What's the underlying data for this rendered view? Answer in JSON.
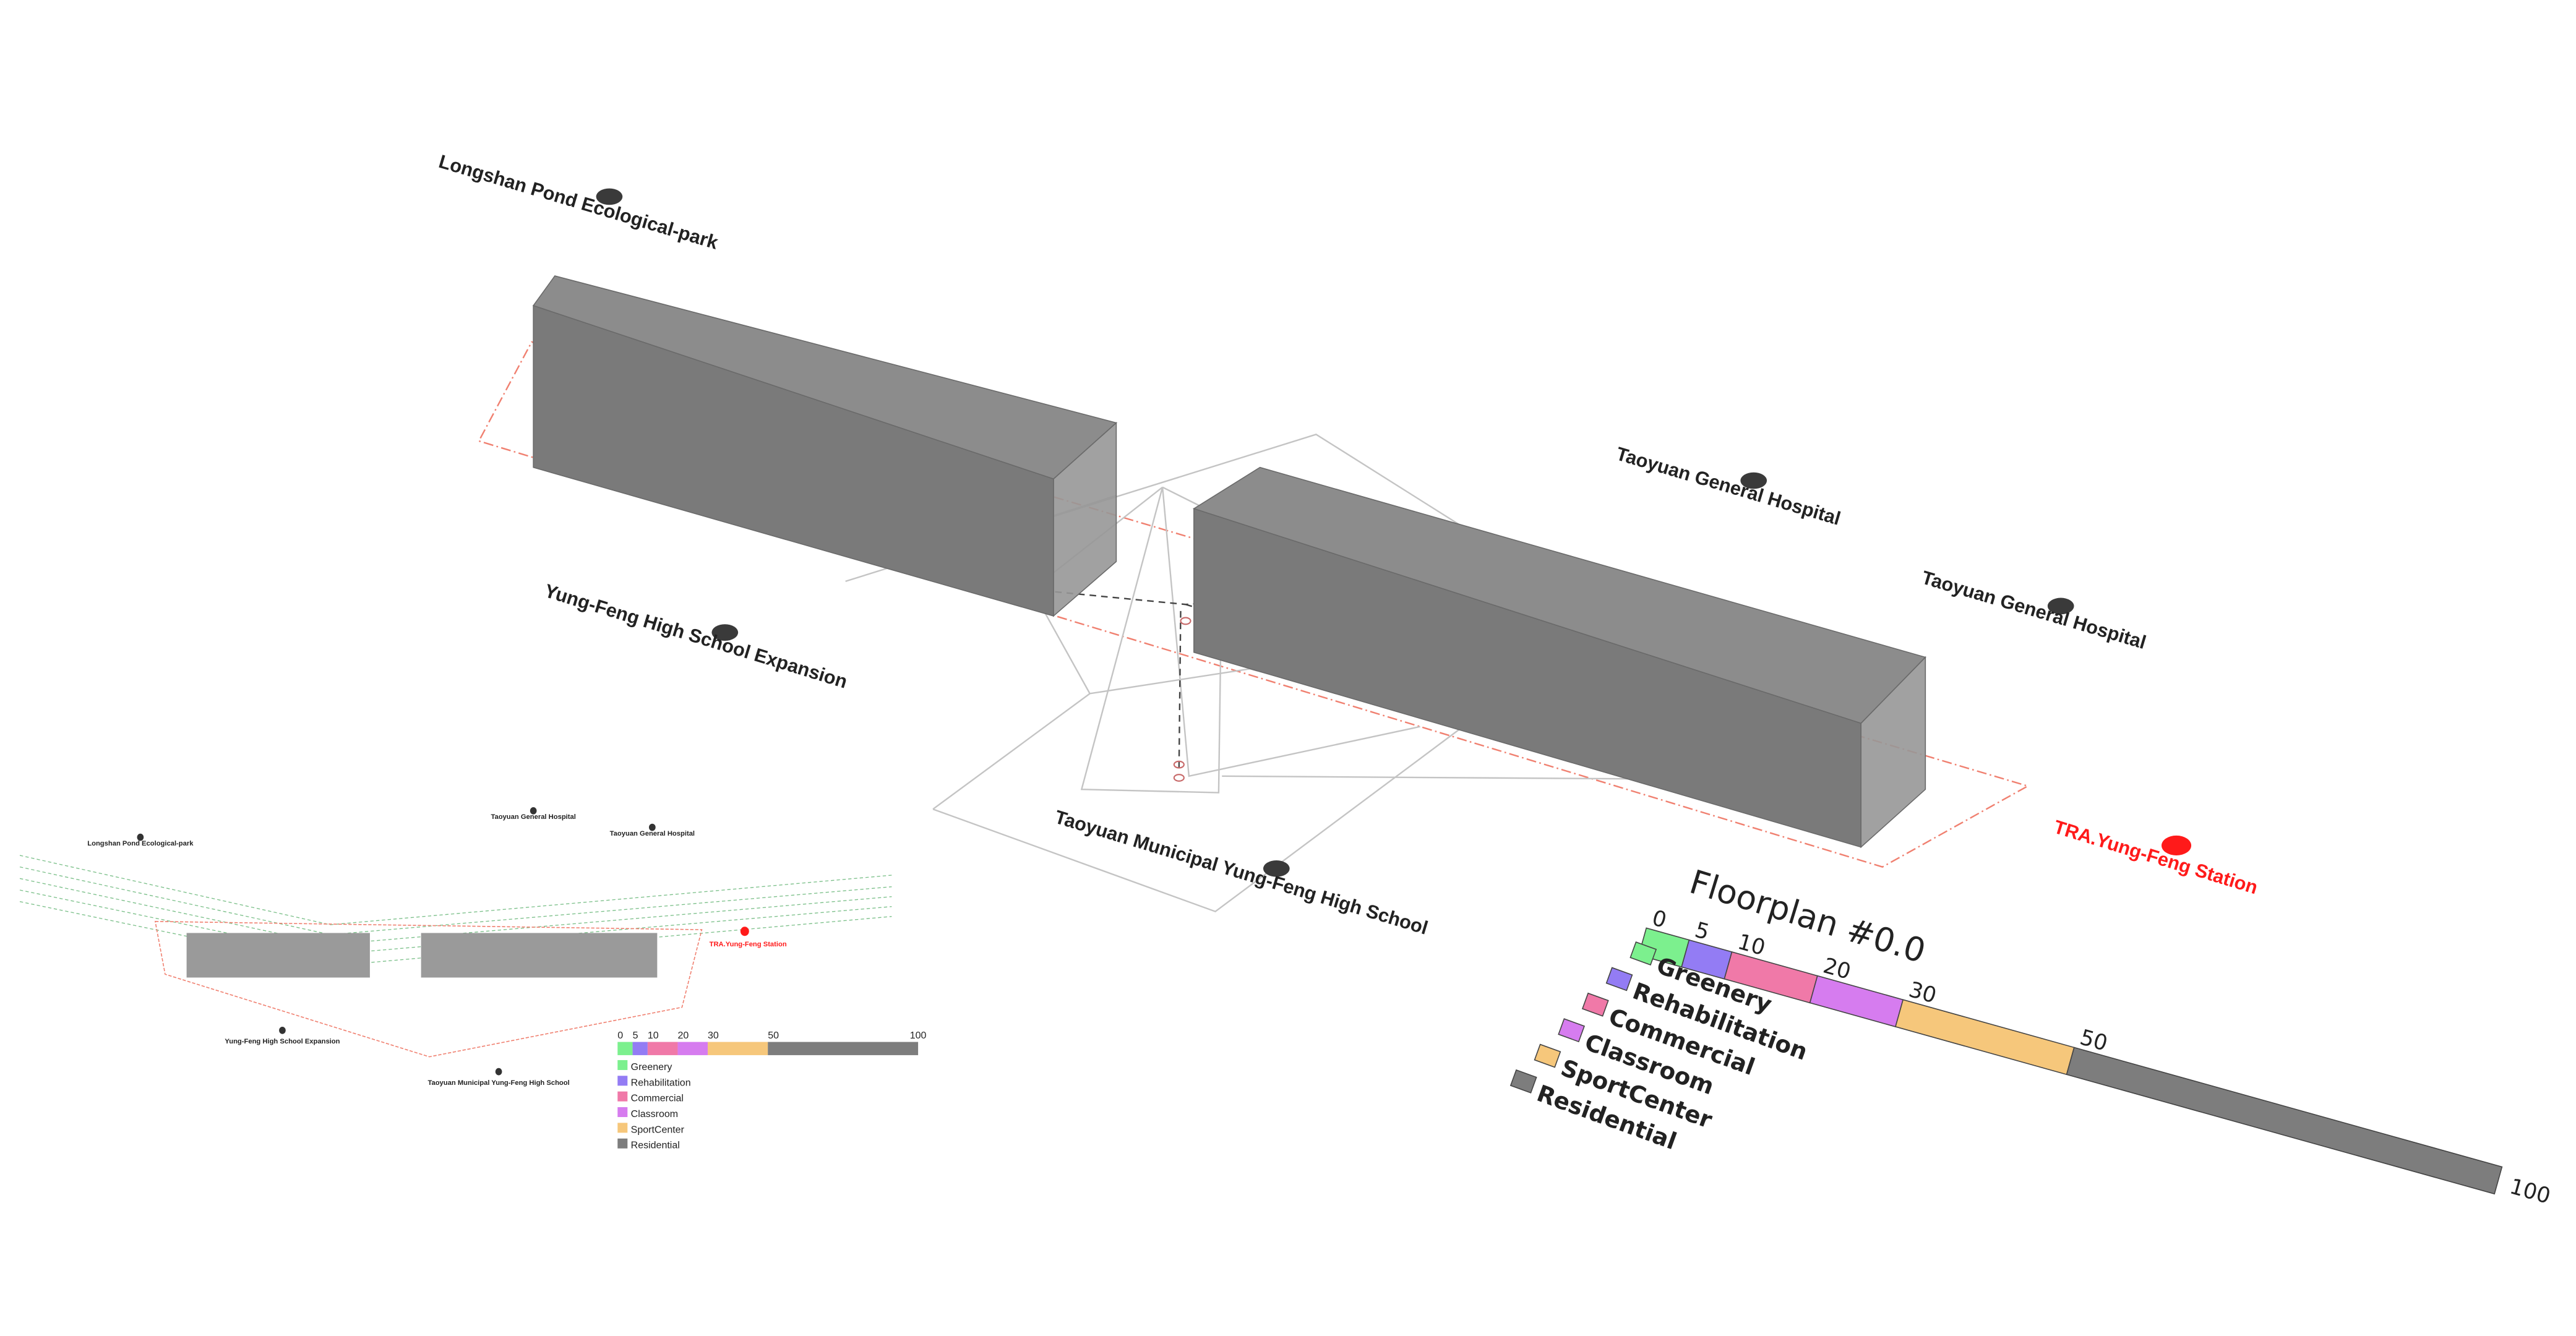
{
  "main_view": {
    "labels": [
      {
        "text": "Longshan Pond Ecological-park",
        "kind": "poi"
      },
      {
        "text": "Taoyuan General Hospital",
        "kind": "poi"
      },
      {
        "text": "Taoyuan General Hospital",
        "kind": "poi"
      },
      {
        "text": "Yung-Feng High School Expansion",
        "kind": "poi"
      },
      {
        "text": "Taoyuan Municipal Yung-Feng High School",
        "kind": "poi"
      },
      {
        "text": "TRA.Yung-Feng Station",
        "kind": "station"
      }
    ],
    "colors": {
      "poi": "#3a3a3a",
      "station": "#ff1a1a",
      "site_outline": "#f08070",
      "building": "#7d7d7d"
    }
  },
  "legend": {
    "title": "Floorplan #0.0",
    "ticks": [
      "0",
      "5",
      "10",
      "20",
      "30",
      "50",
      "100"
    ],
    "categories": [
      {
        "name": "Greenery",
        "from": 0,
        "to": 5,
        "color": "#7cf08e"
      },
      {
        "name": "Rehabilitation",
        "from": 5,
        "to": 10,
        "color": "#937cf4"
      },
      {
        "name": "Commercial",
        "from": 10,
        "to": 20,
        "color": "#f079a8"
      },
      {
        "name": "Classroom",
        "from": 20,
        "to": 30,
        "color": "#d67cef"
      },
      {
        "name": "SportCenter",
        "from": 30,
        "to": 50,
        "color": "#f6c77b"
      },
      {
        "name": "Residential",
        "from": 50,
        "to": 100,
        "color": "#7d7d7d"
      }
    ]
  },
  "inset_plan": {
    "labels": [
      {
        "text": "Longshan Pond Ecological-park"
      },
      {
        "text": "Taoyuan General Hospital"
      },
      {
        "text": "Taoyuan General Hospital"
      },
      {
        "text": "TRA.Yung-Feng Station"
      },
      {
        "text": "Yung-Feng High School Expansion"
      },
      {
        "text": "Taoyuan Municipal Yung-Feng High School"
      }
    ]
  }
}
